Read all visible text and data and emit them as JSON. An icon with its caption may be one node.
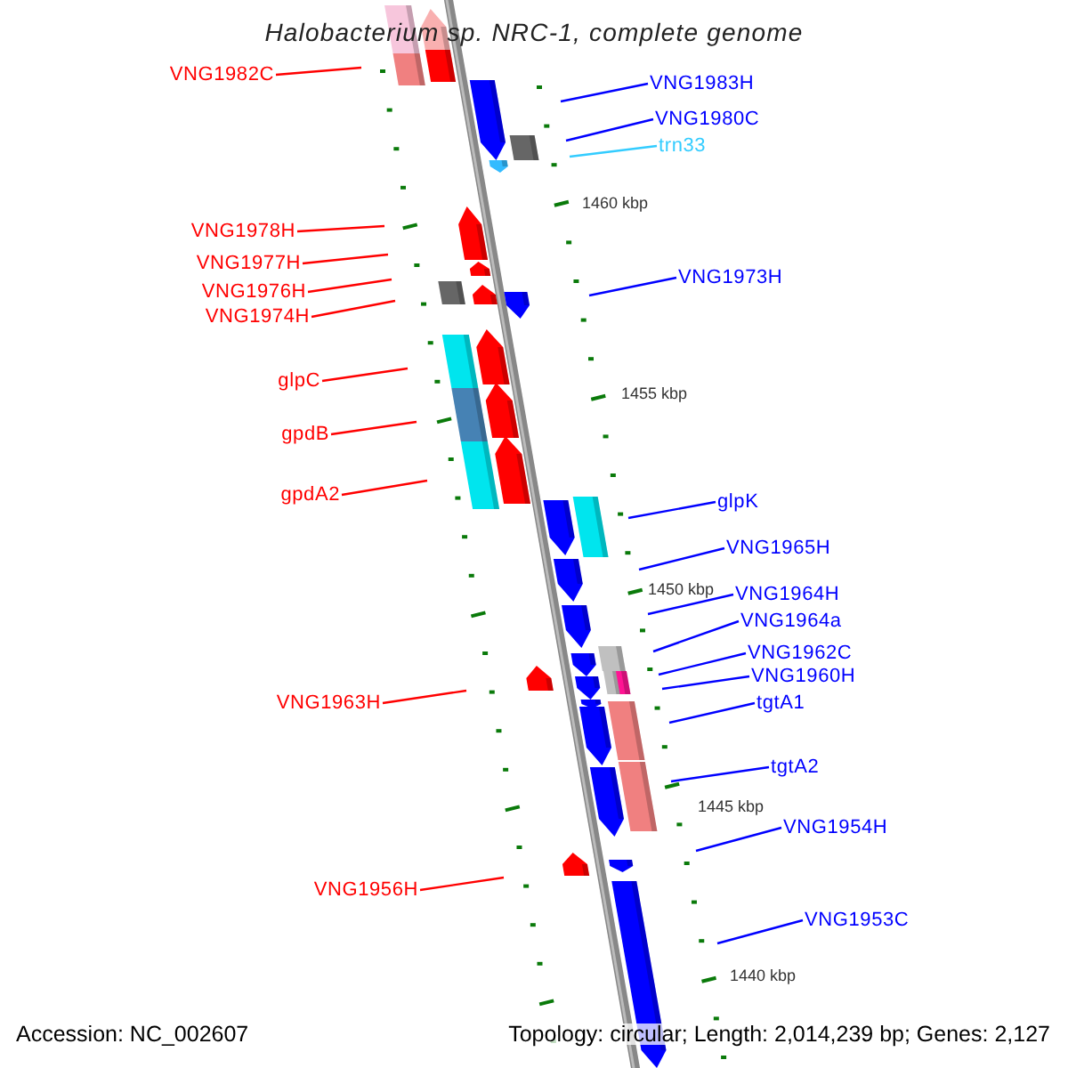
{
  "diagram": {
    "title": "Halobacterium sp. NRC-1, complete genome",
    "nodes": [
      {
        "text": [
          "VNG1982C"
        ]
      },
      {
        "text": [
          "VNG1978H"
        ]
      },
      {
        "text": [
          "VNG1977H"
        ]
      },
      {
        "text": [
          "VNG1976H"
        ]
      },
      {
        "text": [
          "VNG1974H"
        ]
      },
      {
        "text": [
          "glpC"
        ]
      },
      {
        "text": [
          "gpdB"
        ]
      },
      {
        "text": [
          "gpdA2"
        ]
      },
      {
        "text": [
          "VNG1963H"
        ]
      },
      {
        "text": [
          "VNG1956H"
        ]
      },
      {
        "text": [
          "VNG1983H"
        ]
      },
      {
        "text": [
          "VNG1980C"
        ]
      },
      {
        "text": [
          "trn33"
        ]
      },
      {
        "text": [
          "VNG1973H"
        ]
      },
      {
        "text": [
          "glpK"
        ]
      },
      {
        "text": [
          "VNG1965H"
        ]
      },
      {
        "text": [
          "VNG1964H"
        ]
      },
      {
        "text": [
          "VNG1964a"
        ]
      },
      {
        "text": [
          "VNG1962C"
        ]
      },
      {
        "text": [
          "VNG1960H"
        ]
      },
      {
        "text": [
          "tgtA1"
        ]
      },
      {
        "text": [
          "tgtA2"
        ]
      },
      {
        "text": [
          "VNG1954H"
        ]
      },
      {
        "text": [
          "VNG1953C"
        ]
      }
    ],
    "edges": [
      {
        "from": 0,
        "to": null,
        "arrow": "none",
        "color": "#ff0000"
      },
      {
        "from": 1,
        "to": null,
        "arrow": "none",
        "color": "#ff0000"
      },
      {
        "from": 2,
        "to": null,
        "arrow": "none",
        "color": "#ff0000"
      },
      {
        "from": 3,
        "to": null,
        "arrow": "none",
        "color": "#ff0000"
      },
      {
        "from": 4,
        "to": null,
        "arrow": "none",
        "color": "#ff0000"
      },
      {
        "from": 5,
        "to": null,
        "arrow": "none",
        "color": "#ff0000"
      },
      {
        "from": 6,
        "to": null,
        "arrow": "none",
        "color": "#ff0000"
      },
      {
        "from": 7,
        "to": null,
        "arrow": "none",
        "color": "#ff0000"
      },
      {
        "from": 8,
        "to": null,
        "arrow": "none",
        "color": "#ff0000"
      },
      {
        "from": 9,
        "to": null,
        "arrow": "none",
        "color": "#ff0000"
      },
      {
        "from": 10,
        "to": null,
        "arrow": "none"
      },
      {
        "from": 11,
        "to": null,
        "arrow": "none"
      },
      {
        "from": 12,
        "to": null,
        "arrow": "none",
        "color": "#33ccff"
      },
      {
        "from": 13,
        "to": null,
        "arrow": "none"
      },
      {
        "from": 14,
        "to": null,
        "arrow": "none"
      },
      {
        "from": 15,
        "to": null,
        "arrow": "none"
      },
      {
        "from": 16,
        "to": null,
        "arrow": "none"
      },
      {
        "from": 17,
        "to": null,
        "arrow": "none"
      },
      {
        "from": 18,
        "to": null,
        "arrow": "none"
      },
      {
        "from": 19,
        "to": null,
        "arrow": "none"
      },
      {
        "from": 20,
        "to": null,
        "arrow": "none"
      },
      {
        "from": 21,
        "to": null,
        "arrow": "none"
      },
      {
        "from": 22,
        "to": null,
        "arrow": "none"
      },
      {
        "from": 23,
        "to": null,
        "arrow": "none"
      }
    ],
    "labels": [
      "1460 kbp",
      "1455 kbp",
      "1450 kbp",
      "1445 kbp",
      "1440 kbp",
      "Accession: NC_002607",
      "Topology: circular; Length: 2,014,239 bp; Genes: 2,127"
    ]
  }
}
